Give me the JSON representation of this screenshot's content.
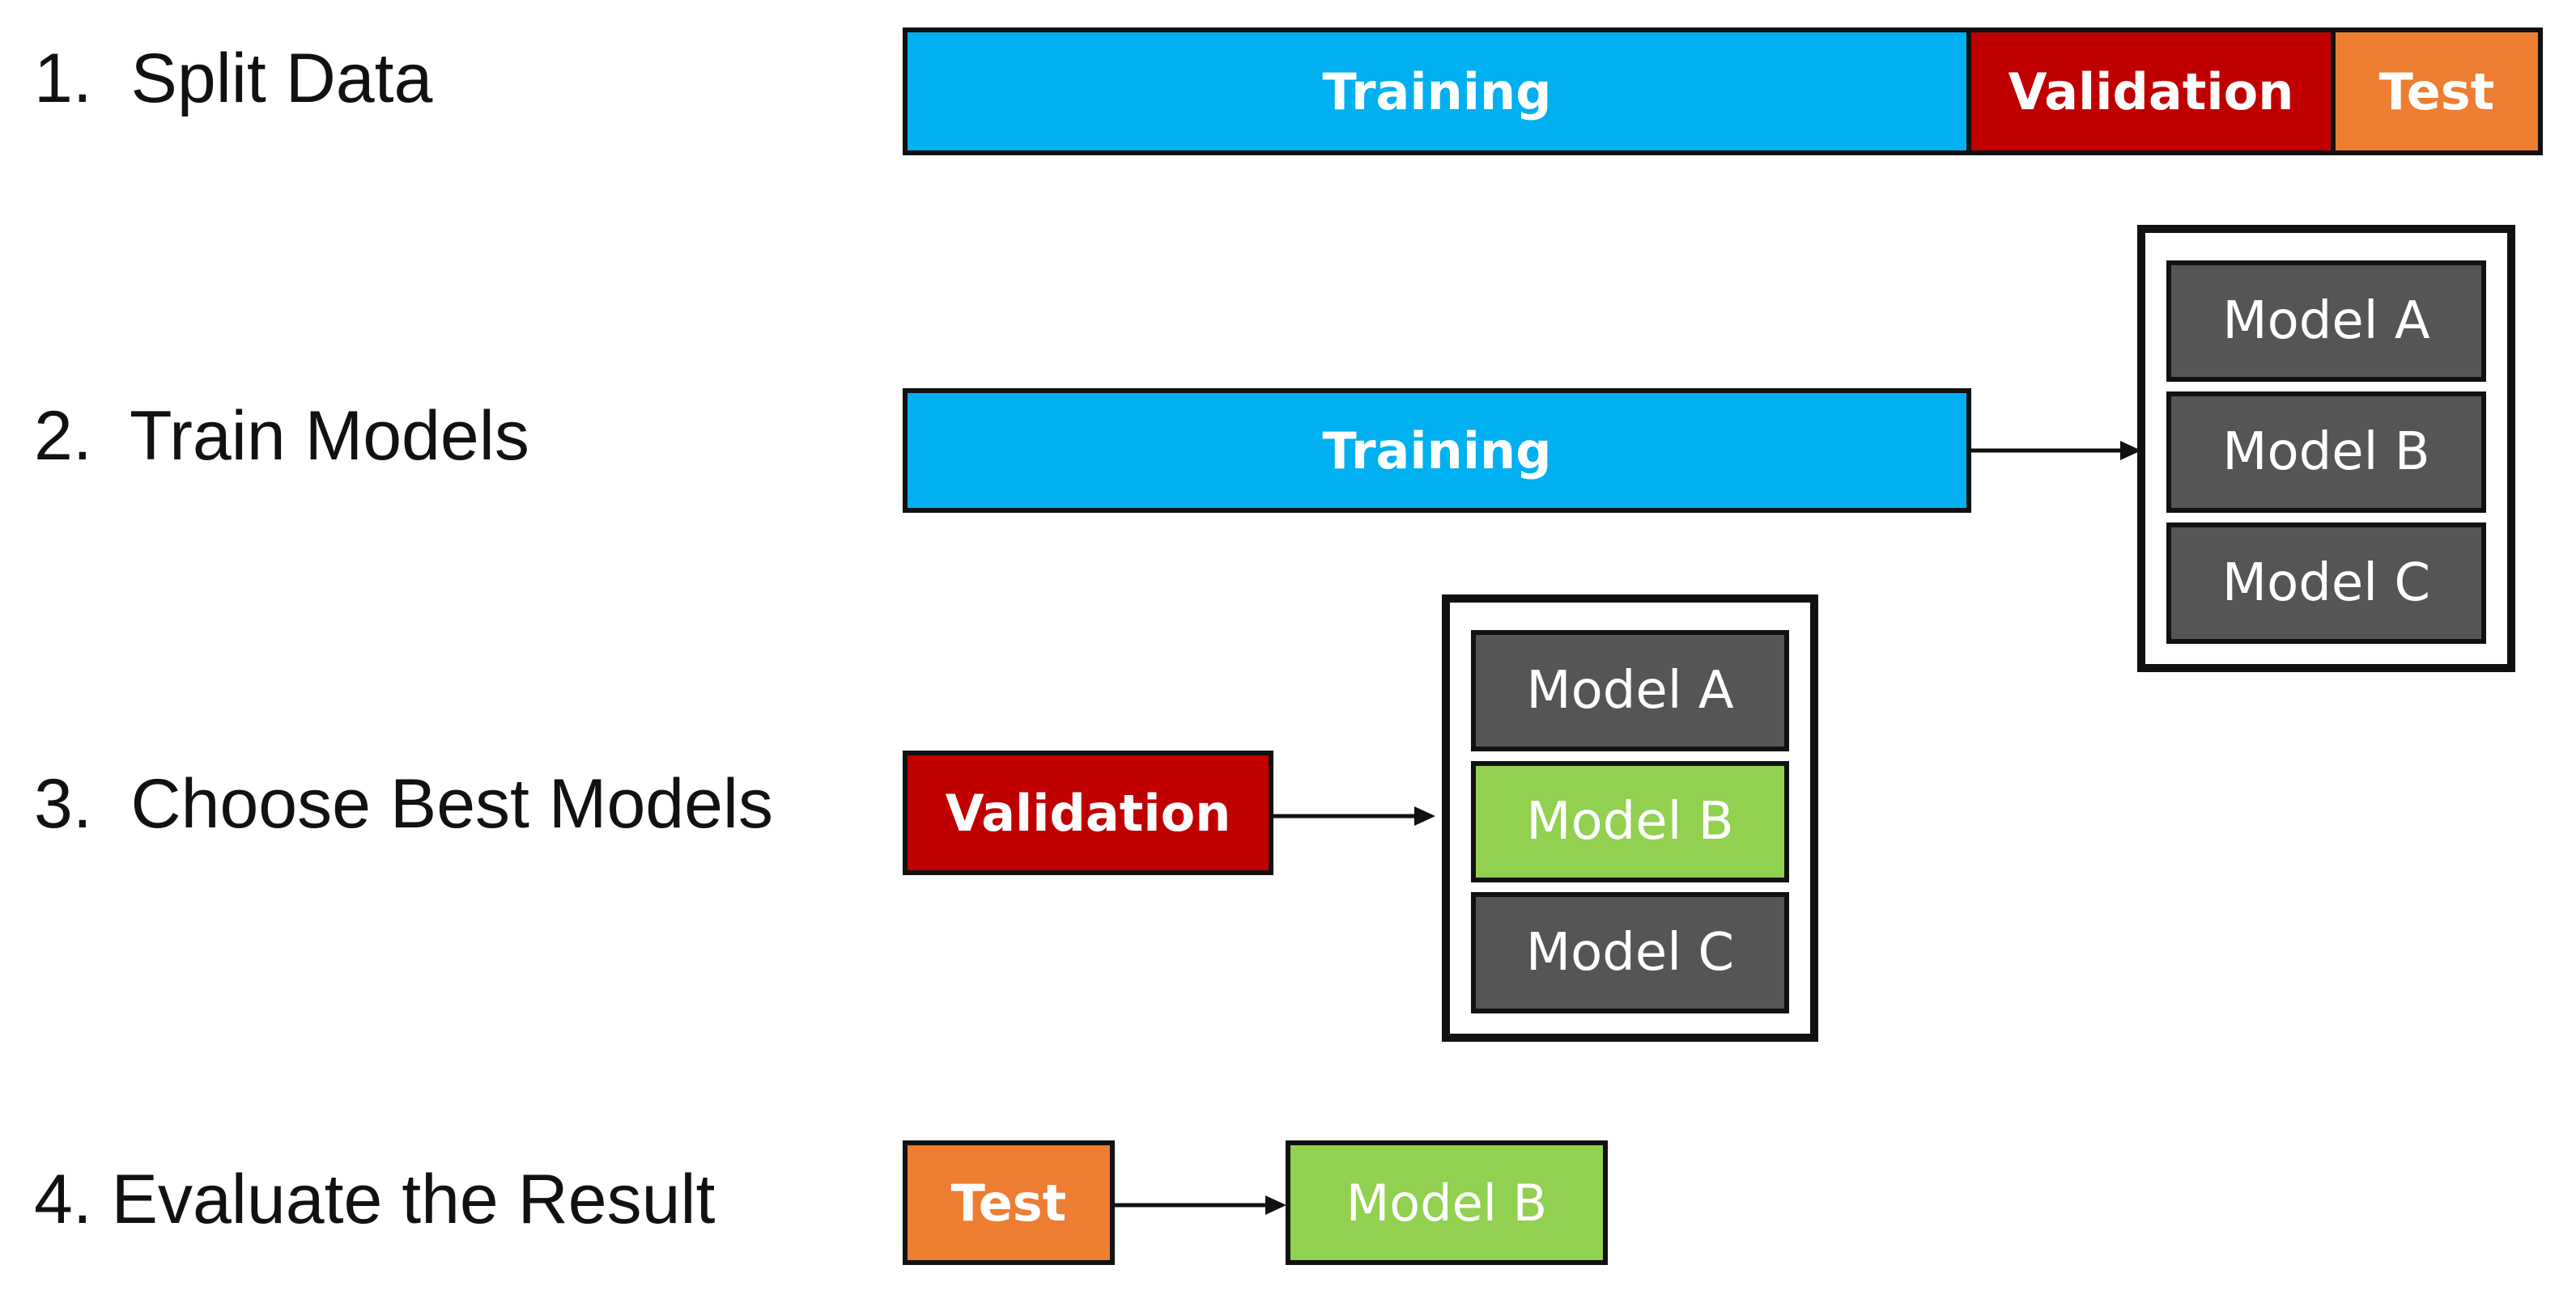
{
  "colors": {
    "training": "#00B0F0",
    "validation": "#C00000",
    "test": "#ED7D31",
    "model_default": "#555555",
    "model_selected": "#92D050",
    "border": "#111111"
  },
  "steps": [
    {
      "label": "1.  Split Data"
    },
    {
      "label": "2.  Train Models"
    },
    {
      "label": "3.  Choose Best Models"
    },
    {
      "label": "4. Evaluate the Result"
    }
  ],
  "split": {
    "training": "Training",
    "validation": "Validation",
    "test": "Test"
  },
  "train": {
    "training": "Training",
    "models": [
      "Model A",
      "Model B",
      "Model C"
    ]
  },
  "choose": {
    "validation": "Validation",
    "models": [
      "Model A",
      "Model B",
      "Model C"
    ],
    "selected": "Model B"
  },
  "evaluate": {
    "test": "Test",
    "model": "Model B"
  }
}
